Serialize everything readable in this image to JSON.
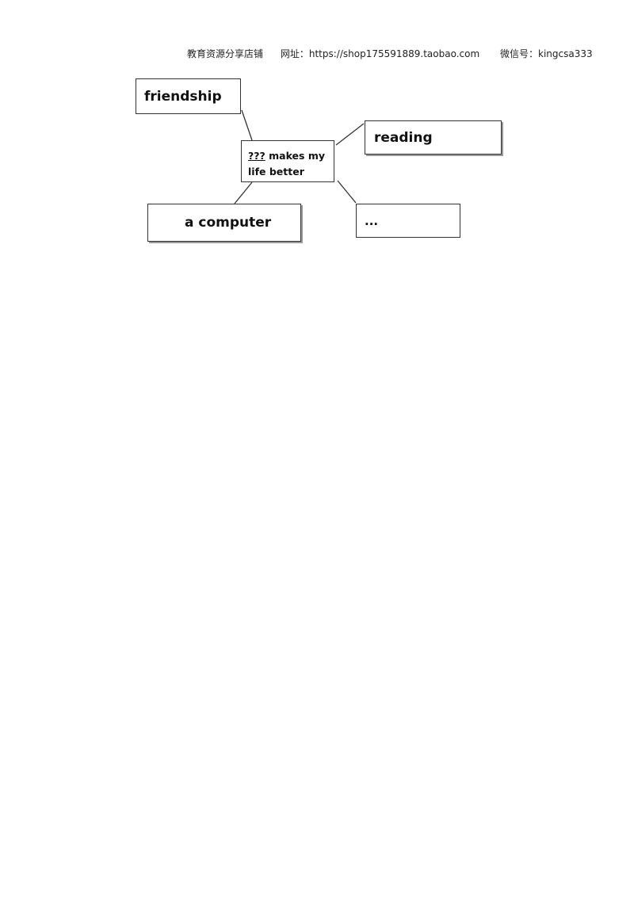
{
  "header": {
    "shop_name": "教育资源分享店铺",
    "website_label": "网址：",
    "website_url": "https://shop175591889.taobao.com",
    "wechat_label": "微信号：",
    "wechat_id": "kingcsa333"
  },
  "mindmap": {
    "center": {
      "blank": "???",
      "line1_rest": " makes my",
      "line2": "life better"
    },
    "nodes": {
      "friendship": "friendship",
      "reading": "reading",
      "computer": "a computer",
      "more": "..."
    }
  }
}
